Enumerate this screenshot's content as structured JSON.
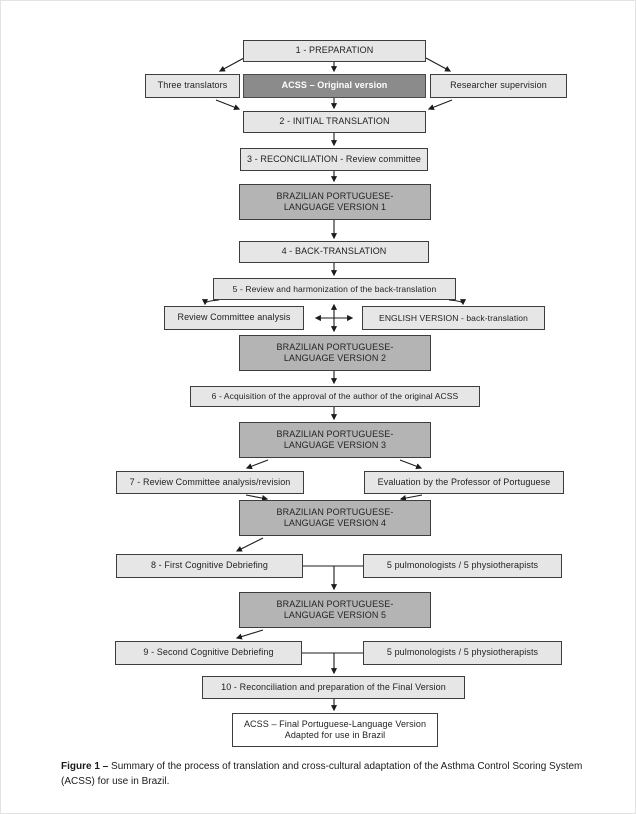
{
  "figure": {
    "caption_prefix": "Figure 1 –",
    "caption_body": "Summary of the process of translation and cross-cultural adaptation of the Asthma Control Scoring System (ACSS) for use in Brazil."
  },
  "colors": {
    "box_light": "#e6e6e6",
    "box_medium": "#b4b4b4",
    "box_dark": "#8b8b8b",
    "box_white": "#ffffff",
    "border": "#3d3d3d",
    "arrow": "#1c1c1c"
  },
  "nodes": {
    "step1": {
      "label": "1 - PREPARATION"
    },
    "translators": {
      "label": "Three translators"
    },
    "acss_original": {
      "label": "ACSS – Original version"
    },
    "supervision": {
      "label": "Researcher supervision"
    },
    "step2": {
      "label": "2 - INITIAL TRANSLATION"
    },
    "step3": {
      "label": "3 - RECONCILIATION - Review committee"
    },
    "version1": {
      "line1": "BRAZILIAN PORTUGUESE-",
      "line2": "LANGUAGE VERSION 1"
    },
    "step4": {
      "label": "4 - BACK-TRANSLATION"
    },
    "step5": {
      "label": "5 - Review and harmonization of the back-translation"
    },
    "review_analysis": {
      "label": "Review Committee analysis"
    },
    "english_version": {
      "label": "ENGLISH VERSION - back-translation"
    },
    "version2": {
      "line1": "BRAZILIAN PORTUGUESE-",
      "line2": "LANGUAGE VERSION 2"
    },
    "step6": {
      "label": "6 - Acquisition of the approval of the author of the original ACSS"
    },
    "version3": {
      "line1": "BRAZILIAN PORTUGUESE-",
      "line2": "LANGUAGE VERSION 3"
    },
    "step7": {
      "label": "7 - Review Committee analysis/revision"
    },
    "professor": {
      "label": "Evaluation by the Professor of Portuguese"
    },
    "version4": {
      "line1": "BRAZILIAN PORTUGUESE-",
      "line2": "LANGUAGE VERSION 4"
    },
    "step8": {
      "label": "8 - First Cognitive Debriefing"
    },
    "panel8": {
      "label": "5 pulmonologists / 5 physiotherapists"
    },
    "version5": {
      "line1": "BRAZILIAN PORTUGUESE-",
      "line2": "LANGUAGE VERSION 5"
    },
    "step9": {
      "label": "9 - Second Cognitive Debriefing"
    },
    "panel9": {
      "label": "5 pulmonologists / 5 physiotherapists"
    },
    "step10": {
      "label": "10 - Reconciliation and preparation of the Final Version"
    },
    "final": {
      "line1": "ACSS – Final Portuguese-Language Version",
      "line2": "Adapted for use in Brazil"
    }
  }
}
